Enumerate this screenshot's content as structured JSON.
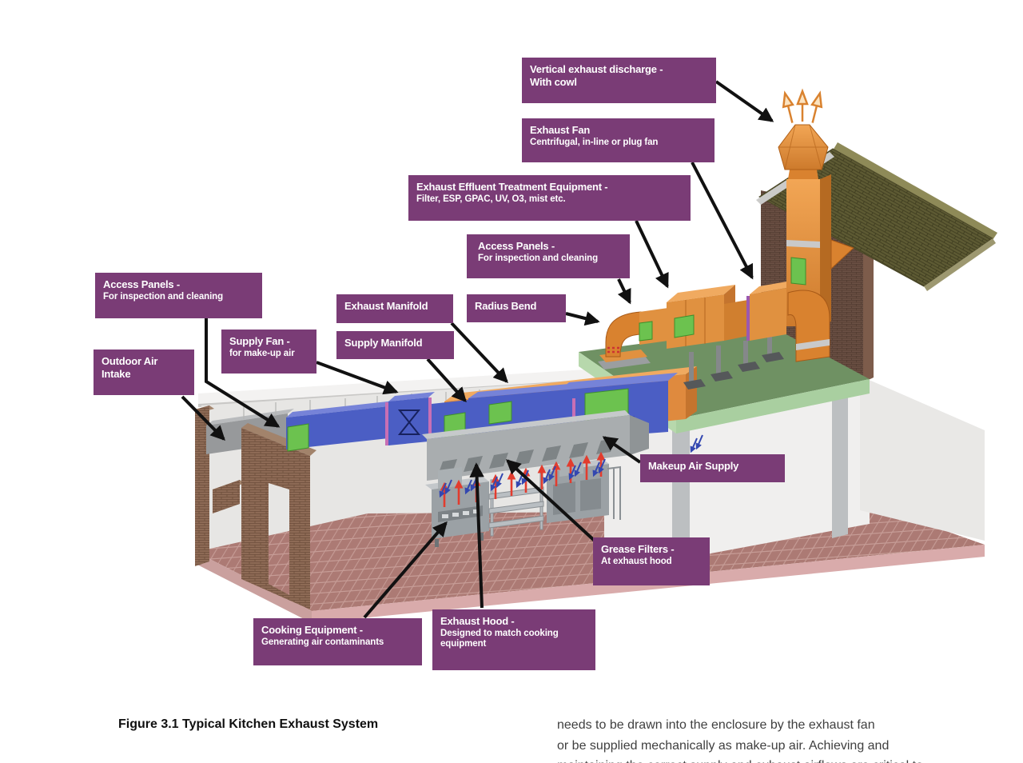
{
  "figure": {
    "caption_prefix": "Figure 3.1",
    "caption_text": "Typical Kitchen Exhaust System"
  },
  "body_text": {
    "line1": "needs to be drawn into the enclosure by the exhaust fan",
    "line2": "or be supplied mechanically as make-up air. Achieving and",
    "line3_partial": "maintaining the correct supply and exhaust airflows are critical to"
  },
  "labels": [
    {
      "title": "Vertical exhaust discharge -",
      "title2": "With cowl"
    },
    {
      "title": "Exhaust Fan",
      "subtitle": "Centrifugal, in-line or plug fan"
    },
    {
      "title": "Exhaust Effluent Treatment Equipment -",
      "subtitle": "Filter, ESP, GPAC, UV, O3, mist etc."
    },
    {
      "title": "Access Panels -",
      "subtitle": "For inspection and cleaning"
    },
    {
      "title": "Exhaust Manifold"
    },
    {
      "title": "Radius Bend"
    },
    {
      "title": "Supply Manifold"
    },
    {
      "title": "Access Panels -",
      "subtitle": "For inspection and cleaning"
    },
    {
      "title": "Supply Fan -",
      "subtitle": "for make-up air"
    },
    {
      "title": "Outdoor Air Intake"
    },
    {
      "title": "Makeup Air Supply"
    },
    {
      "title": "Grease Filters -",
      "subtitle": "At exhaust hood"
    },
    {
      "title": "Cooking Equipment -",
      "subtitle": "Generating air contaminants"
    },
    {
      "title": "Exhaust Hood -",
      "subtitle": "Designed to match cooking equipment"
    }
  ],
  "colors": {
    "label_bg": "#7a3c76",
    "label_text": "#ffffff",
    "annotation_arrow": "#111111",
    "exhaust_duct_orange": "#e0893c",
    "supply_duct_blue": "#4b5ec4",
    "access_panel_green": "#6cc24f",
    "flat_roof_green": "#6f9163",
    "brick_brown": "#8d6a55",
    "floor_tile": "#ac7a74",
    "heat_arrow_red": "#e23c2e",
    "makeup_air_arrow_blue": "#3347b0"
  }
}
